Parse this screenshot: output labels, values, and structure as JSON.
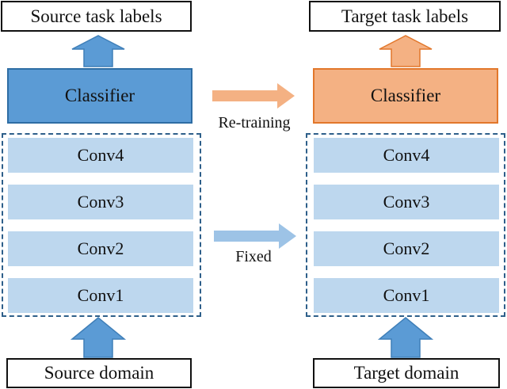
{
  "source": {
    "top_label": "Source task labels",
    "classifier": "Classifier",
    "convs": [
      "Conv4",
      "Conv3",
      "Conv2",
      "Conv1"
    ],
    "domain": "Source domain"
  },
  "target": {
    "top_label": "Target task labels",
    "classifier": "Classifier",
    "convs": [
      "Conv4",
      "Conv3",
      "Conv2",
      "Conv1"
    ],
    "domain": "Target domain"
  },
  "transfer": {
    "retrain_label": "Re-training",
    "fixed_label": "Fixed"
  },
  "colors": {
    "source_accent": "#5b9bd5",
    "target_accent": "#f4b183",
    "conv_fill": "#bdd7ee"
  }
}
